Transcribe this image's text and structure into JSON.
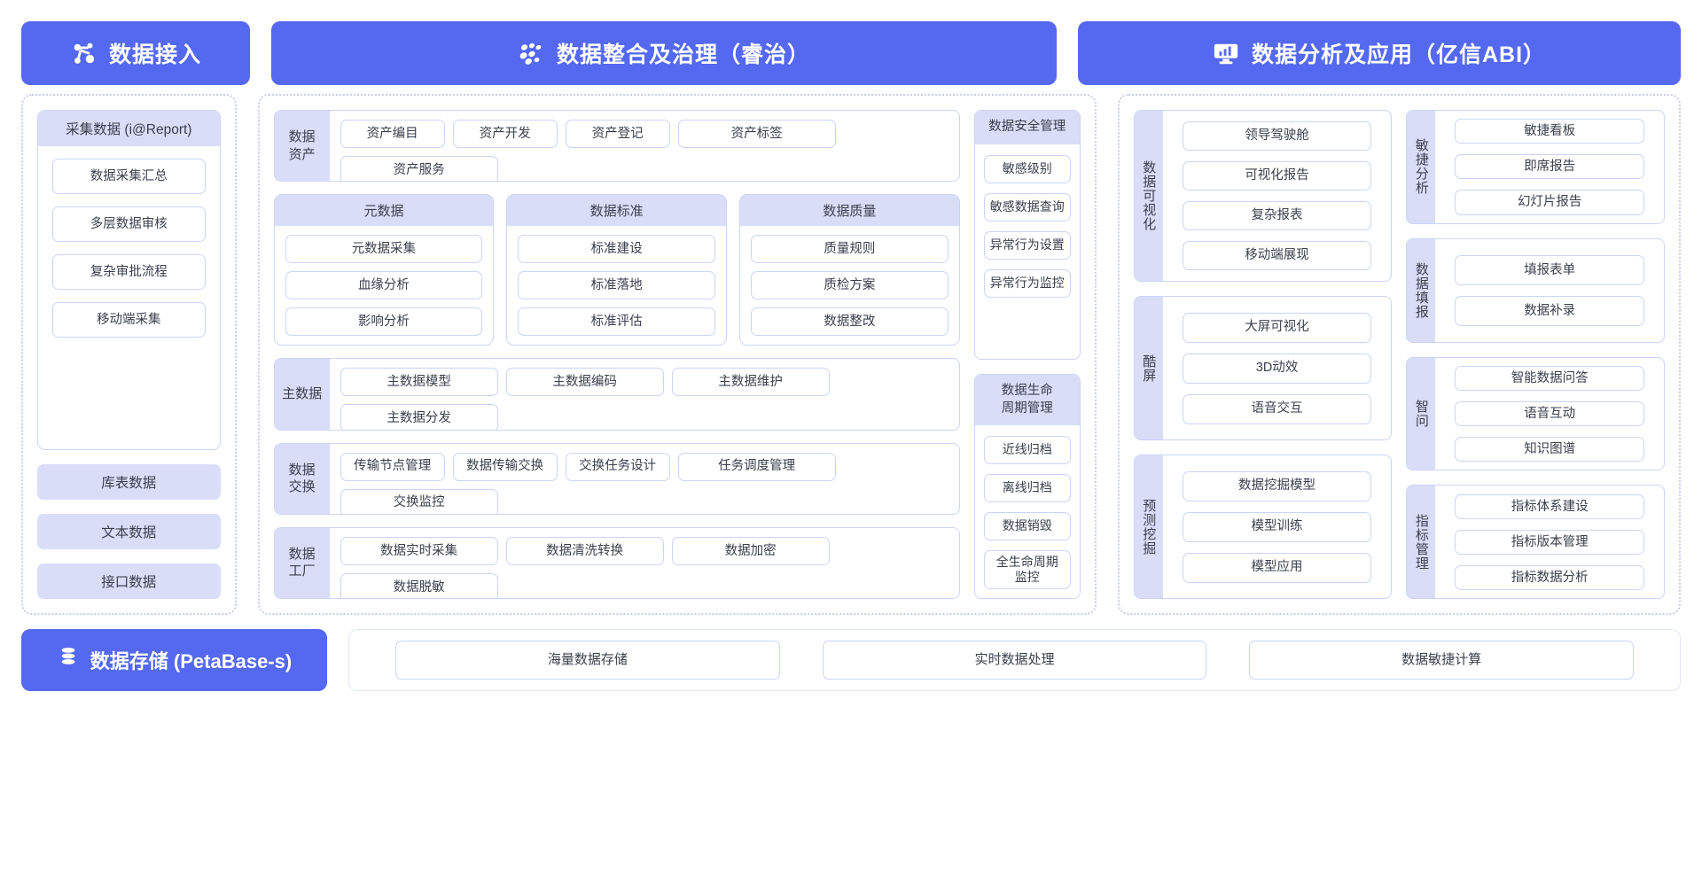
{
  "headers": {
    "accept": {
      "label": "数据接入",
      "icon": "network-nodes-icon",
      "color": "#5468f0"
    },
    "govern": {
      "label": "数据整合及治理（睿治）",
      "icon": "data-dots-icon",
      "color": "#5468f0"
    },
    "analyze": {
      "label": "数据分析及应用（亿信ABI）",
      "icon": "monitor-chart-icon",
      "color": "#5468f0"
    }
  },
  "accept_column": {
    "collect_panel": {
      "title": "采集数据 (i@Report)",
      "items": [
        "数据采集汇总",
        "多层数据审核",
        "复杂审批流程",
        "移动端采集"
      ]
    },
    "bands": [
      "库表数据",
      "文本数据",
      "接口数据"
    ]
  },
  "govern_column": {
    "data_asset": {
      "label": "数据\n资产",
      "items": [
        "资产编目",
        "资产开发",
        "资产登记",
        "资产标签",
        "资产服务"
      ]
    },
    "tri_panels": [
      {
        "title": "元数据",
        "items": [
          "元数据采集",
          "血缘分析",
          "影响分析"
        ]
      },
      {
        "title": "数据标准",
        "items": [
          "标准建设",
          "标准落地",
          "标准评估"
        ]
      },
      {
        "title": "数据质量",
        "items": [
          "质量规则",
          "质检方案",
          "数据整改"
        ]
      }
    ],
    "master_data": {
      "label": "主数据",
      "items": [
        "主数据模型",
        "主数据编码",
        "主数据维护",
        "主数据分发"
      ]
    },
    "data_exchange": {
      "label": "数据\n交换",
      "items": [
        "传输节点管理",
        "数据传输交换",
        "交换任务设计",
        "任务调度管理",
        "交换监控"
      ]
    },
    "data_factory": {
      "label": "数据\n工厂",
      "items": [
        "数据实时采集",
        "数据清洗转换",
        "数据加密",
        "数据脱敏"
      ]
    },
    "security": {
      "title": "数据安全管理",
      "items": [
        "敏感级别",
        "敏感数据查询",
        "异常行为设置",
        "异常行为监控"
      ]
    },
    "lifecycle": {
      "title": "数据生命\n周期管理",
      "items": [
        "近线归档",
        "离线归档",
        "数据销毁",
        "全生命周期\n监控"
      ]
    }
  },
  "analyze_column": {
    "left_groups": [
      {
        "label": "数据可视化",
        "items": [
          "领导驾驶舱",
          "可视化报告",
          "复杂报表",
          "移动端展现"
        ]
      },
      {
        "label": "酷屏",
        "items": [
          "大屏可视化",
          "3D动效",
          "语音交互"
        ]
      },
      {
        "label": "预测挖掘",
        "items": [
          "数据挖掘模型",
          "模型训练",
          "模型应用"
        ]
      }
    ],
    "right_groups": [
      {
        "label": "敏捷分析",
        "items": [
          "敏捷看板",
          "即席报告",
          "幻灯片报告"
        ]
      },
      {
        "label": "数据填报",
        "items": [
          "填报表单",
          "数据补录"
        ]
      },
      {
        "label": "智问",
        "items": [
          "智能数据问答",
          "语音互动",
          "知识图谱"
        ]
      },
      {
        "label": "指标管理",
        "items": [
          "指标体系建设",
          "指标版本管理",
          "指标数据分析"
        ]
      }
    ]
  },
  "storage": {
    "badge": {
      "label": "数据存储 (PetaBase-s)",
      "icon": "database-stack-icon"
    },
    "items": [
      "海量数据存储",
      "实时数据处理",
      "数据敏捷计算"
    ]
  }
}
